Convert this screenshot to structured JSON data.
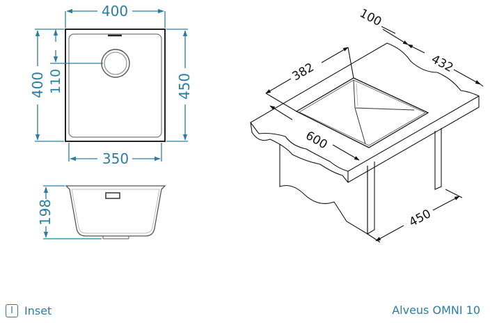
{
  "top_view": {
    "width_outer": "400",
    "height_outer": "400",
    "drain_offset": "110",
    "height_right": "450",
    "width_bottom": "350"
  },
  "side_view": {
    "depth": "198"
  },
  "iso_view": {
    "dim_top": "100",
    "dim_right": "432",
    "dim_left": "382",
    "dim_front": "600",
    "dim_cabinet": "450"
  },
  "footer": {
    "installation_label": "Inset",
    "installation_icon": "I",
    "model_name": "Alveus OMNI 10"
  },
  "colors": {
    "dimension": "#2b7ea1",
    "outline": "#111111"
  }
}
